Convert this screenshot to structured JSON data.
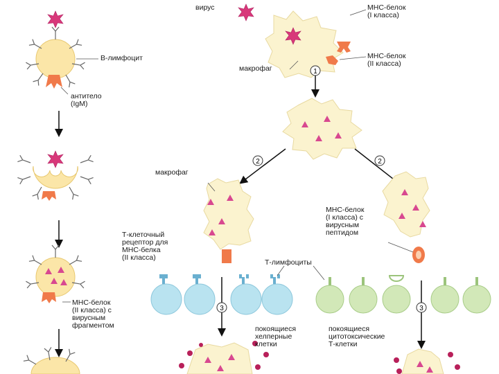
{
  "labels": {
    "virus": "вирус",
    "b_lymphocyte": "В-лимфоцит",
    "antibody": "антитело\n(IgM)",
    "mhc_class1_top": "МНС-белок\n(I класса)",
    "mhc_class2_top": "МНС-белок\n(II класса)",
    "macrophage_top": "макрофаг",
    "macrophage_left": "макрофаг",
    "mhc_class1_peptide": "МНС-белок\n(I класса) с\nвирусным\nпептидом",
    "t_cell_receptor": "Т-клеточный\nрецептор для\nМНС-белка\n(II класса)",
    "t_lymphocytes": "Т-лимфоциты",
    "mhc_class2_fragment": "МНС-белок\n(II класса) с\nвирусным\nфрагментом",
    "resting_helper": "покоящиеся\nхелперные\nклетки",
    "resting_cytotoxic": "покоящиеся\nцитотоксические\nТ-клетки"
  },
  "steps": {
    "s1": "1",
    "s2a": "2",
    "s2b": "2",
    "s3a": "3",
    "s3b": "3"
  },
  "colors": {
    "cell": "#fbf3cf",
    "cell_stroke": "#e8d9a0",
    "virus": "#d8387a",
    "mhc": "#f07a4a",
    "t_helper": "#b9e3f0",
    "t_cytotoxic": "#d2e8b8",
    "dots": "#b8205a"
  }
}
